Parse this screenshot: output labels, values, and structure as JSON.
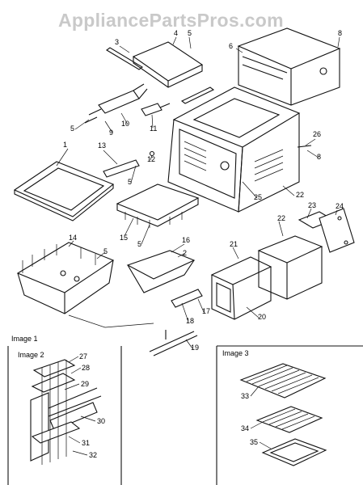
{
  "watermark": "AppliancePartsPros.com",
  "panels": {
    "image1": "Image 1",
    "image2": "Image 2",
    "image3": "Image 3"
  },
  "part_numbers": {
    "p1": "1",
    "p2": "2",
    "p3": "3",
    "p4": "4",
    "p5a": "5",
    "p5b": "5",
    "p5c": "5",
    "p5d": "5",
    "p5e": "5",
    "p6": "6",
    "p8a": "8",
    "p8b": "8",
    "p9": "9",
    "p10": "10",
    "p11": "11",
    "p12": "12",
    "p13": "13",
    "p14": "14",
    "p15": "15",
    "p16": "16",
    "p17": "17",
    "p18": "18",
    "p19": "19",
    "p20": "20",
    "p21": "21",
    "p22a": "22",
    "p22b": "22",
    "p23": "23",
    "p24": "24",
    "p25": "25",
    "p26": "26",
    "p27": "27",
    "p28": "28",
    "p29": "29",
    "p30": "30",
    "p31": "31",
    "p32": "32",
    "p33": "33",
    "p34": "34",
    "p35": "35"
  }
}
